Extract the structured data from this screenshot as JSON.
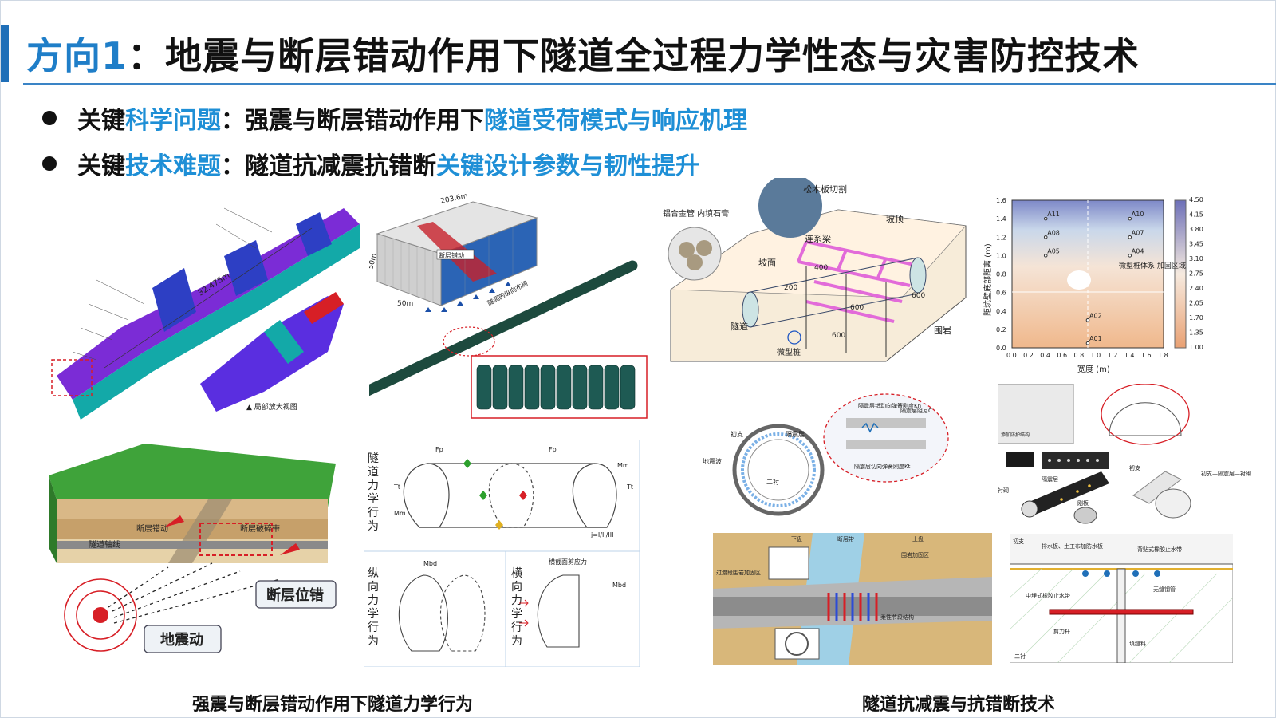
{
  "title": {
    "prefix": "方向1",
    "rest": "：地震与断层错动作用下隧道全过程力学性态与灾害防控技术"
  },
  "bullets": [
    {
      "a": "关键",
      "b": "科学问题",
      "c": "：强震与断层错动作用下",
      "d": "隧道受荷模式与响应机理"
    },
    {
      "a": "关键",
      "b": "技术难题",
      "c": "：隧道抗减震抗错断",
      "d": "关键设计参数与韧性提升"
    }
  ],
  "panels": {
    "model3d": {
      "length": "32.475m",
      "note": "▲ 局部放大视图"
    },
    "fem": {
      "dim_top": "203.6m",
      "dim_side": "50m",
      "dim_bottom": "50m",
      "fault_label": "断层错动",
      "axis_label": "隧洞的纵向布局"
    },
    "slope": {
      "cut": "松木板切割",
      "pipe": "铝合金管\n内填石膏",
      "crest": "坡顶",
      "beam": "连系梁",
      "face": "坡面",
      "tunnel": "隧道",
      "rock": "围岩",
      "pile": "微型桩",
      "d1": "200",
      "d2": "600",
      "d3": "600",
      "d4": "400",
      "d5": "600"
    },
    "contour": {
      "ylabel": "距坑壁底部距离 (m)",
      "xlabel": "宽度 (m)",
      "xticks": [
        "0.0",
        "0.2",
        "0.4",
        "0.6",
        "0.8",
        "1.0",
        "1.2",
        "1.4",
        "1.6",
        "1.8"
      ],
      "yticks": [
        "0.0",
        "0.2",
        "0.4",
        "0.6",
        "0.8",
        "1.0",
        "1.2",
        "1.4",
        "1.6"
      ],
      "cbar": [
        "4.50",
        "4.15",
        "3.80",
        "3.45",
        "3.10",
        "2.75",
        "2.40",
        "2.05",
        "1.70",
        "1.35",
        "1.00"
      ],
      "points": [
        "A11",
        "A10",
        "A08",
        "A07",
        "A05",
        "A04",
        "A02",
        "A01"
      ],
      "zone": "微型桩体系\n加固区域"
    },
    "geology": {
      "fault_move": "断层错动",
      "fault_zone": "断层破碎带",
      "tunnel_axis": "隧道轴线",
      "fault_dislocation": "断层位错",
      "ground_motion": "地震动"
    },
    "mech": {
      "title_left": "隧道力学行为",
      "title_long": "纵向力学行为",
      "title_trans": "横向力学行为",
      "shear": "横截面剪应力",
      "symbols": [
        "Fp",
        "Fp",
        "Mm",
        "Mm",
        "Tt",
        "Tt",
        "Mbd",
        "Mbd"
      ],
      "cases": "j=I/II/III"
    },
    "tunnel_cs": {
      "wave": "地震波",
      "liner1": "初支",
      "liner2": "二衬",
      "layer": "隔震层",
      "d1": "隔震层错动向弹簧刚度Kn",
      "d2": "隔震层阻尼C",
      "d3": "隔震层切向弹簧刚度Kt"
    },
    "lining": {
      "p1": "初支",
      "p2": "隔震层",
      "p3": "初支—隔震层—衬砌",
      "p4": "衬砌",
      "p5": "添加防护结构",
      "p6": "刚板"
    },
    "fault_tunnel": {
      "t1": "下盘",
      "t2": "断层带",
      "t3": "上盘",
      "t4": "过渡段围岩加固区",
      "t5": "围岩加固区",
      "t6": "柔性节段结构"
    },
    "waterproof": {
      "w1": "初支",
      "w2": "排水板、土工布加防水板",
      "w3": "背贴式橡胶止水带",
      "w4": "中埋式橡胶止水带",
      "w5": "无缝钢管",
      "w6": "剪力杆",
      "w7": "填缝料",
      "w8": "二衬"
    }
  },
  "captions": {
    "left": "强震与断层错动作用下隧道力学行为",
    "right": "隧道抗减震与抗错断技术"
  },
  "colors": {
    "accent": "#1f6fb8",
    "highlight": "#1e8fd6",
    "fault": "#d71f26",
    "model_purple": "#7b2cd6",
    "model_teal": "#13a9a8"
  }
}
